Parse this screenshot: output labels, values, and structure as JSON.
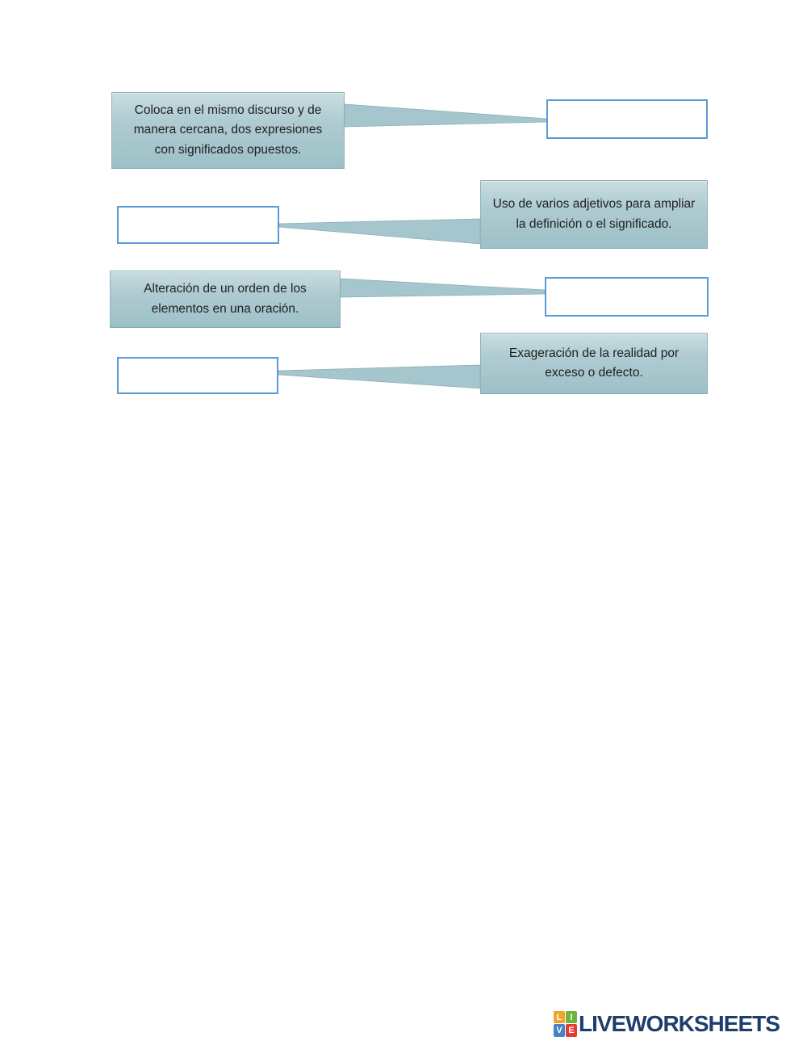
{
  "page": {
    "background": "#ffffff"
  },
  "theme": {
    "callout_fill_top": "#c9dde0",
    "callout_fill_bottom": "#9dc0c7",
    "callout_border": "#8fb3ba",
    "connector_fill": "#a5c6cc",
    "connector_edge": "#8aafb6",
    "answer_box_border": "#5b9bd5",
    "definition_text_color": "#1f1f1f",
    "logo_text_color": "#1d3d6d"
  },
  "worksheet": {
    "definitions": [
      {
        "id": 1,
        "text": "Coloca en el mismo discurso y de manera cercana, dos expresiones con significados opuestos."
      },
      {
        "id": 2,
        "text": "Uso de varios adjetivos para ampliar la definición o el significado."
      },
      {
        "id": 3,
        "text": "Alteración de un orden de los elementos en una oración."
      },
      {
        "id": 4,
        "text": "Exageración de la realidad por exceso o defecto."
      }
    ],
    "answers": [
      {
        "id": 1,
        "value": ""
      },
      {
        "id": 2,
        "value": ""
      },
      {
        "id": 3,
        "value": ""
      },
      {
        "id": 4,
        "value": ""
      }
    ]
  },
  "footer": {
    "brand": "LIVEWORKSHEETS",
    "logo_tiles": [
      {
        "letter": "L",
        "color": "#f2a32c"
      },
      {
        "letter": "I",
        "color": "#6db33f"
      },
      {
        "letter": "V",
        "color": "#4585c7"
      },
      {
        "letter": "E",
        "color": "#e63b34"
      }
    ]
  }
}
